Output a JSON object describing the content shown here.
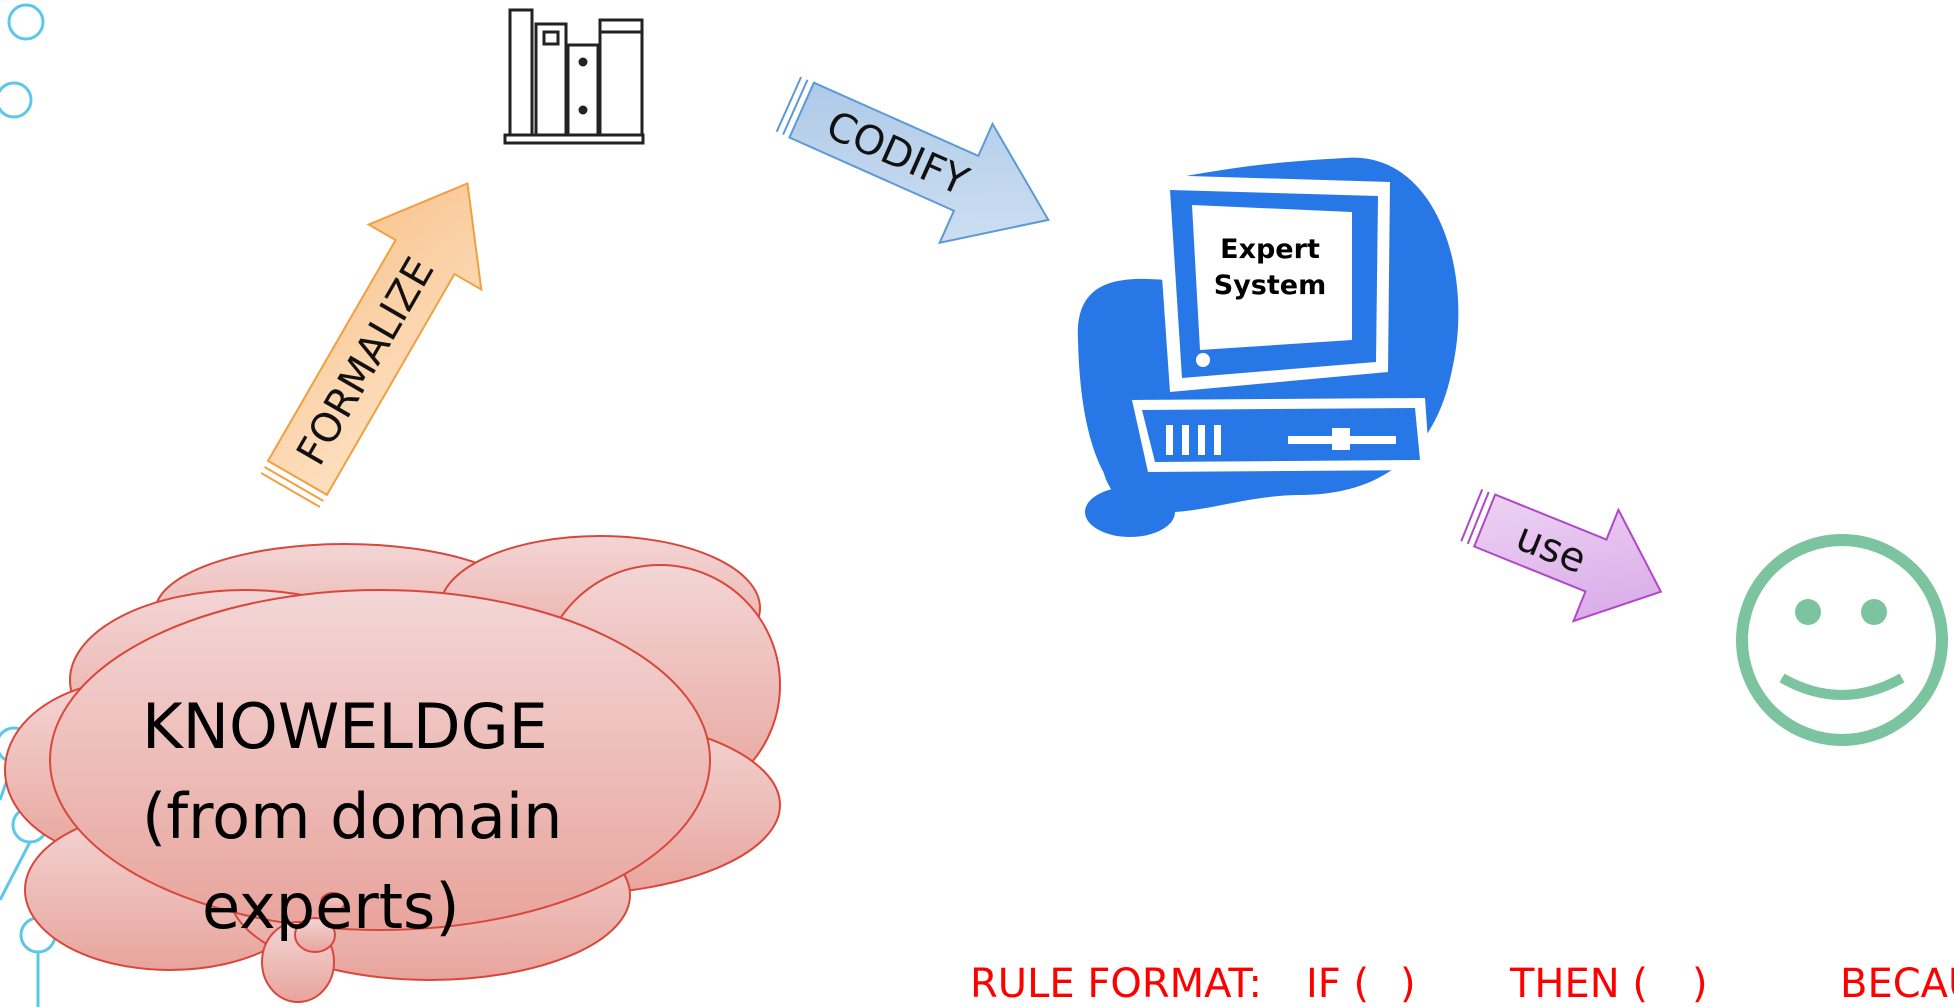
{
  "colors": {
    "formalize_arrow": "#f9c48e",
    "formalize_arrow_stroke": "#f0a040",
    "codify_arrow": "#b8d1e8",
    "codify_arrow_stroke": "#5b9bd5",
    "use_arrow": "#dfb3ea",
    "use_arrow_stroke": "#b048c8",
    "computer_blue": "#2778e6",
    "cloud_fill_top": "#f3d6d6",
    "cloud_fill_bottom": "#e8a49c",
    "cloud_stroke": "#d9473b",
    "smiley": "#7cc3a0",
    "rule_text": "#ff0000",
    "deco_circles": "#5bc8e8"
  },
  "icons": {
    "books": "books-icon",
    "computer": "computer-icon",
    "smiley": "smiley-face-icon"
  },
  "diagram": {
    "formalize_label": "FORMALIZE",
    "codify_label": "CODIFY",
    "use_label": "use",
    "expert_system_line1": "Expert",
    "expert_system_line2": "System",
    "knowledge_line1": "KNOWELDGE",
    "knowledge_line2": "(from domain",
    "knowledge_line3": "experts)"
  },
  "rule": {
    "label": "RULE FORMAT:",
    "if_part": "IF (",
    "if_close": ")",
    "then_part": "THEN (",
    "then_close": ")",
    "because_part": "BECAU"
  }
}
